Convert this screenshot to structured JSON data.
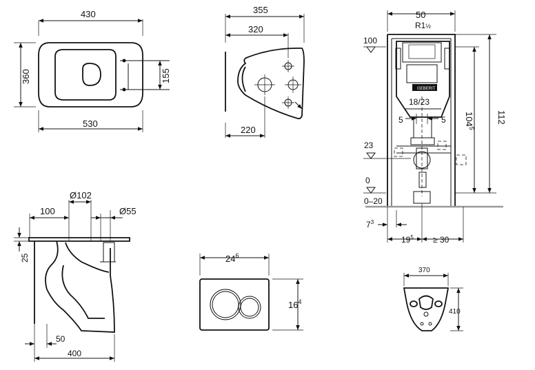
{
  "top_view": {
    "width": "430",
    "depth": "360",
    "length": "530",
    "hole_spacing": "155"
  },
  "side_view": {
    "overall": "355",
    "to_holes": "320",
    "hole_offset": "220"
  },
  "frame_view": {
    "width": "50",
    "thread": "R1",
    "thread_frac": "½",
    "level_top": "100",
    "height": "112",
    "height_mid": "104",
    "height_mid_sup": "5",
    "connector": "18/23",
    "left_gap": "5",
    "right_gap": "5",
    "level_23": "23",
    "level_0": "0",
    "floor_range": "0–20",
    "offset_7": "7",
    "offset_7_sup": "3",
    "offset_19": "19",
    "offset_19_sup": "5",
    "clearance": "≥ 30"
  },
  "section_view": {
    "drain_diameter": "Ø102",
    "inlet_diameter": "Ø55",
    "drain_offset": "100",
    "rim_height": "25",
    "bottom_offset": "50",
    "depth": "400"
  },
  "flush_plate": {
    "width": "24",
    "width_sup": "6",
    "height": "16",
    "height_sup": "4"
  },
  "mount_view": {
    "spacing": "370",
    "height": "410"
  }
}
